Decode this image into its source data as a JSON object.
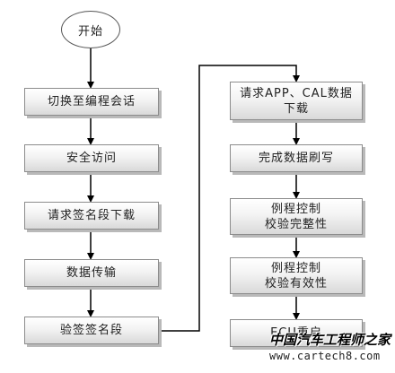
{
  "flowchart": {
    "start": "开始",
    "left_column": [
      "切换至编程会话",
      "安全访问",
      "请求签名段下载",
      "数据传输",
      "验签签名段"
    ],
    "right_column": [
      "请求APP、CAL数据\n下载",
      "完成数据刷写",
      "例程控制\n校验完整性",
      "例程控制\n校验有效性",
      "ECU重启"
    ]
  },
  "watermark": {
    "title": "中国汽车工程师之家",
    "url": "www.cartech8.com"
  }
}
